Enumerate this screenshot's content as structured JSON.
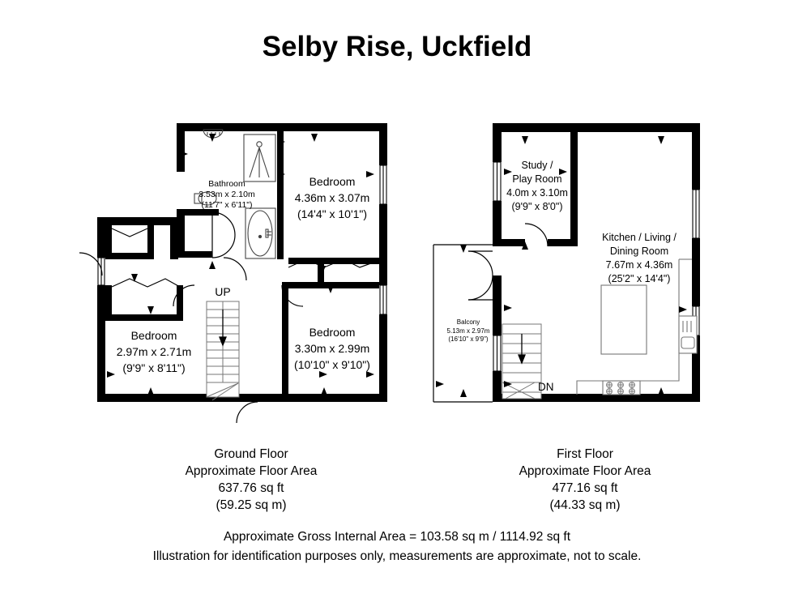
{
  "title": "Selby Rise, Uckfield",
  "floors": {
    "ground": {
      "name": "Ground Floor",
      "area_label": "Approximate Floor Area",
      "area_sqft": "637.76 sq ft",
      "area_sqm": "(59.25 sq m)",
      "stair_label": "UP",
      "rooms": [
        {
          "name": "Bathroom",
          "metric": "3.53m x 2.10m",
          "imperial": "(11'7\" x 6'11\")"
        },
        {
          "name": "Bedroom",
          "metric": "4.36m x 3.07m",
          "imperial": "(14'4\" x 10'1\")"
        },
        {
          "name": "Bedroom",
          "metric": "2.97m x 2.71m",
          "imperial": "(9'9\" x 8'11\")"
        },
        {
          "name": "Bedroom",
          "metric": "3.30m x 2.99m",
          "imperial": "(10'10\" x 9'10\")"
        }
      ]
    },
    "first": {
      "name": "First Floor",
      "area_label": "Approximate Floor Area",
      "area_sqft": "477.16 sq ft",
      "area_sqm": "(44.33 sq m)",
      "stair_label": "DN",
      "rooms": [
        {
          "name_line1": "Study /",
          "name_line2": "Play Room",
          "metric": "4.0m x 3.10m",
          "imperial": "(9'9\" x 8'0\")"
        },
        {
          "name_line1": "Kitchen / Living /",
          "name_line2": "Dining Room",
          "metric": "7.67m x 4.36m",
          "imperial": "(25'2\" x 14'4\")"
        },
        {
          "name": "Balcony",
          "metric": "5.13m x 2.97m",
          "imperial": "(16'10\" x 9'9\")"
        }
      ]
    }
  },
  "summary": {
    "gross": "Approximate Gross Internal Area = 103.58 sq m / 1114.92 sq ft",
    "disclaimer": "Illustration for identification purposes only, measurements are approximate, not to scale."
  },
  "colors": {
    "wall": "#000000",
    "background": "#ffffff",
    "fixture_line": "#555555",
    "text": "#000000"
  }
}
